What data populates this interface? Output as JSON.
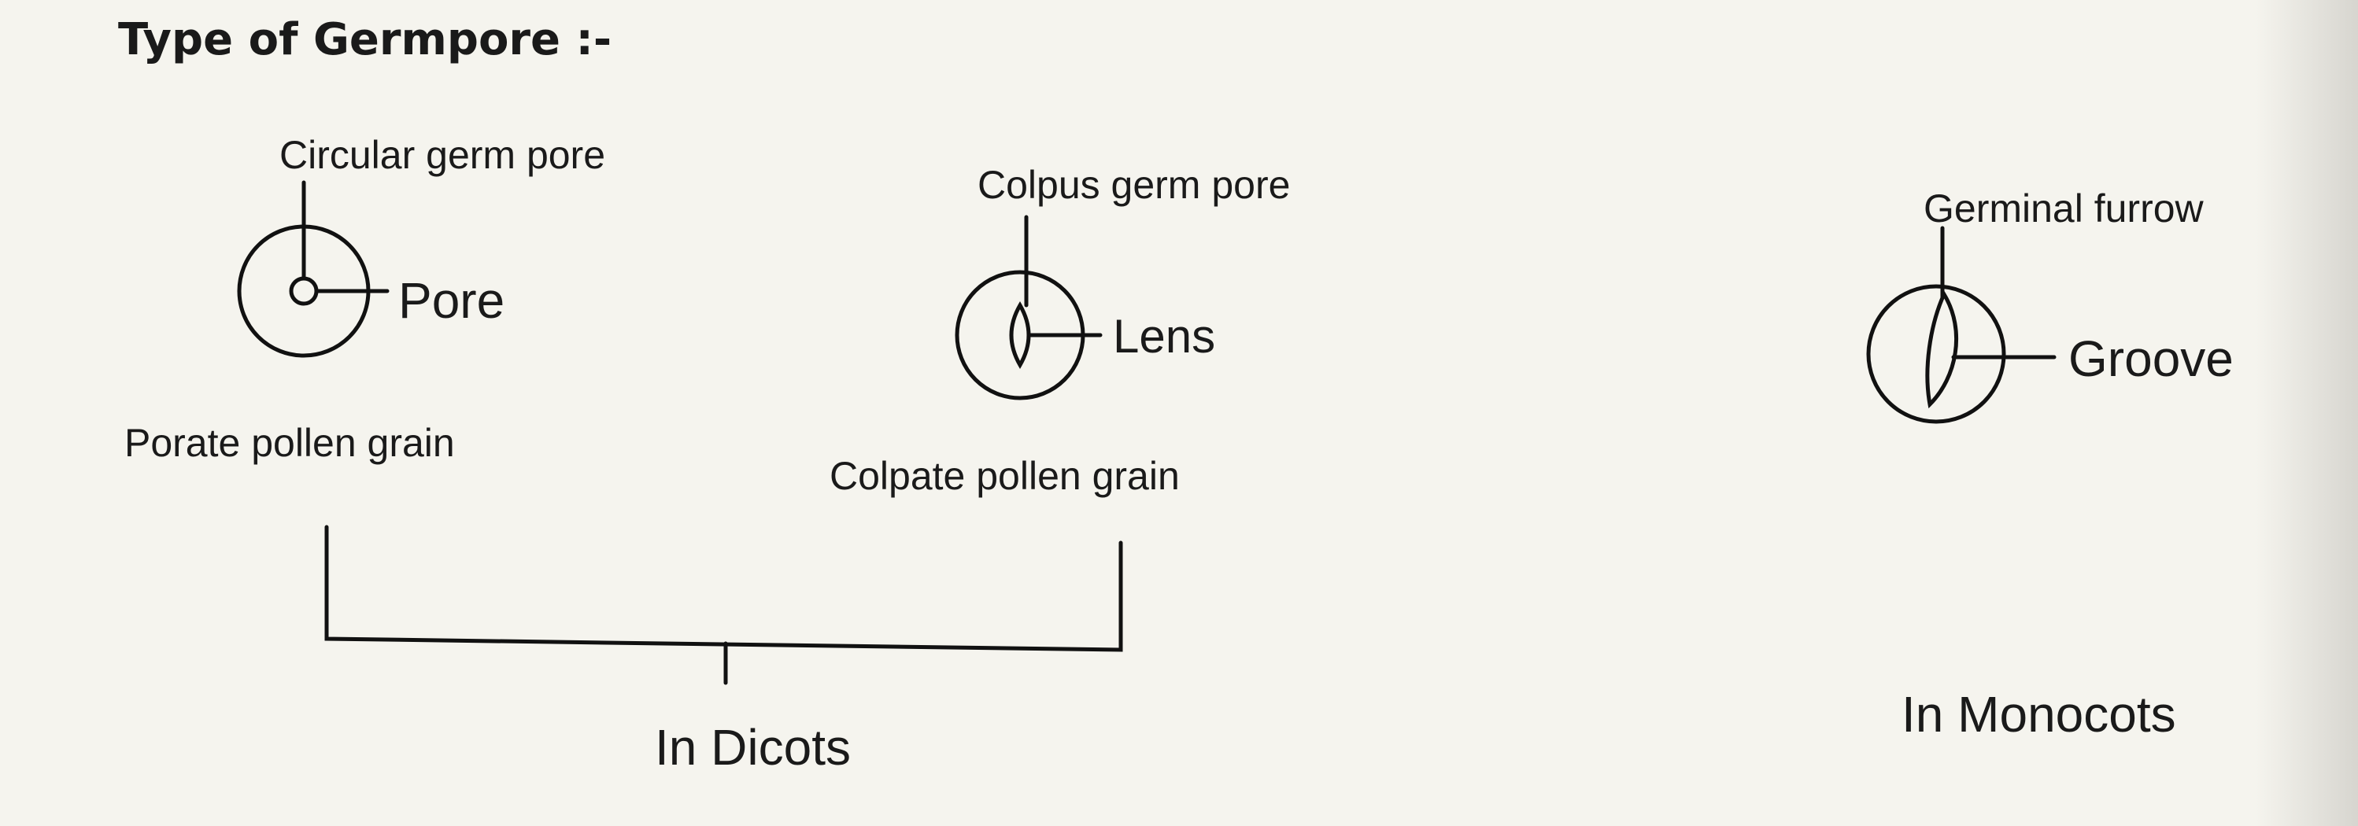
{
  "title": "Type of Germpore :-",
  "porate": {
    "label_top": "Circular germ pore",
    "label_side": "Pore",
    "caption": "Porate pollen grain"
  },
  "colpate": {
    "label_top": "Colpus germ pore",
    "label_side": "Lens",
    "caption": "Colpate pollen grain"
  },
  "monocot": {
    "label_top": "Germinal furrow",
    "label_side": "Groove",
    "caption": "In Monocots"
  },
  "dicot_group": {
    "caption": "In Dicots"
  }
}
